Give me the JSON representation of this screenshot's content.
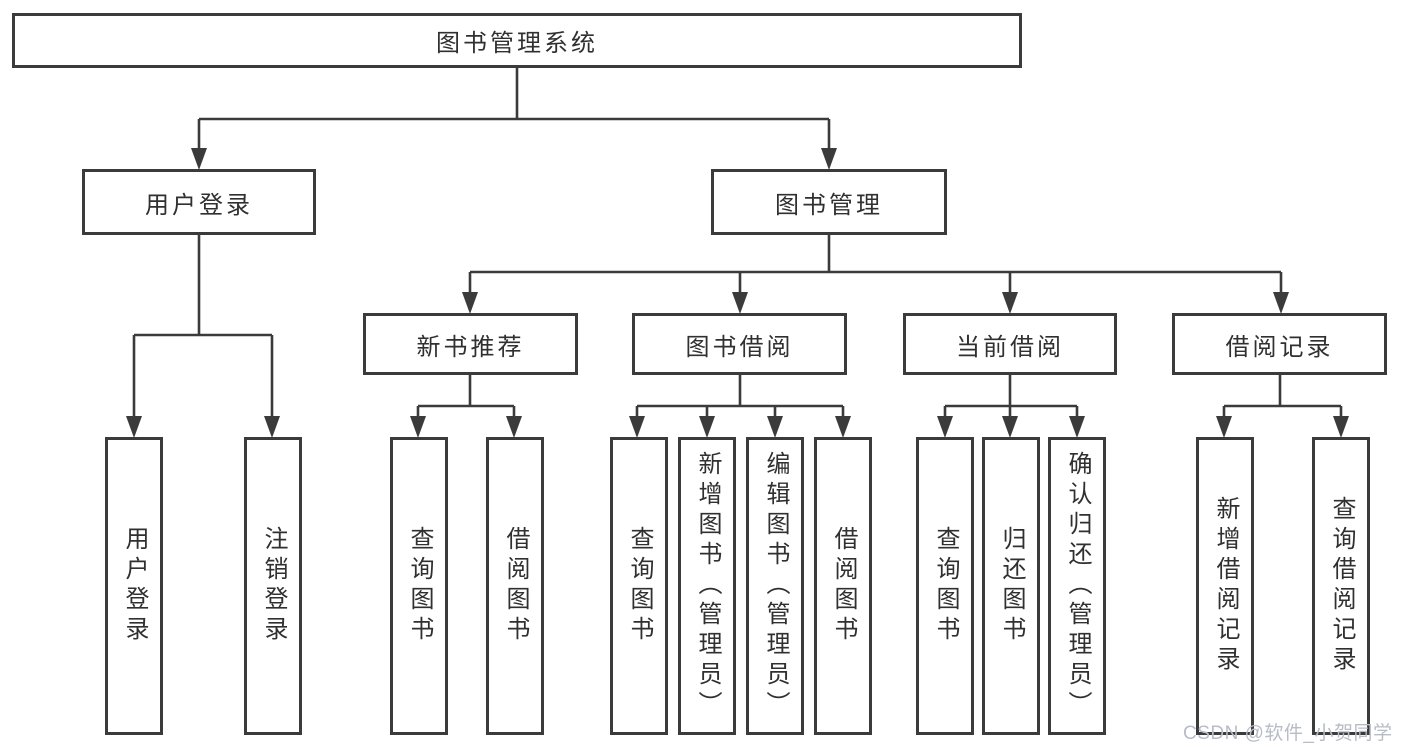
{
  "tree": {
    "label": "图书管理系统",
    "children": [
      {
        "label": "用户登录",
        "children": [
          {
            "label": "用户登录"
          },
          {
            "label": "注销登录"
          }
        ]
      },
      {
        "label": "图书管理",
        "children": [
          {
            "label": "新书推荐",
            "children": [
              {
                "label": "查询图书"
              },
              {
                "label": "借阅图书"
              }
            ]
          },
          {
            "label": "图书借阅",
            "children": [
              {
                "label": "查询图书"
              },
              {
                "label": "新增图书（管理员）"
              },
              {
                "label": "编辑图书（管理员）"
              },
              {
                "label": "借阅图书"
              }
            ]
          },
          {
            "label": "当前借阅",
            "children": [
              {
                "label": "查询图书"
              },
              {
                "label": "归还图书"
              },
              {
                "label": "确认归还（管理员）"
              }
            ]
          },
          {
            "label": "借阅记录",
            "children": [
              {
                "label": "新增借阅记录"
              },
              {
                "label": "查询借阅记录"
              }
            ]
          }
        ]
      }
    ]
  },
  "watermark": {
    "text": "CSDN @软件_小贺同学"
  },
  "colors": {
    "line": "#3b3b3b",
    "box_border": "#3b3b3b",
    "box_fill": "#ffffff",
    "text": "#303030",
    "watermark": "#b7bcc6",
    "background": "#ffffff"
  }
}
